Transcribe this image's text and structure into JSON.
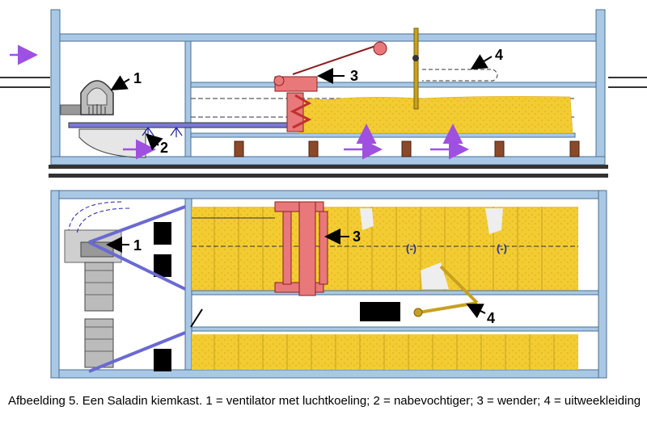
{
  "caption": "Afbeelding 5. Een Saladin kiemkast. 1 = ventilator met luchtkoeling; 2 = nabevochtiger; 3 = wender; 4 = uitweekleiding",
  "callouts": {
    "fan": "1",
    "humidifier": "2",
    "turner": "3",
    "steep_line": "4"
  },
  "colors": {
    "wall": "#a9c8e6",
    "wall_edge": "#4a6f92",
    "malt": "#f2cc32",
    "turner": "#e8787a",
    "air_arrow": "#a050e0",
    "pipe": "#7a7ad6",
    "ground": "#333333",
    "support": "#8a4a2a"
  }
}
